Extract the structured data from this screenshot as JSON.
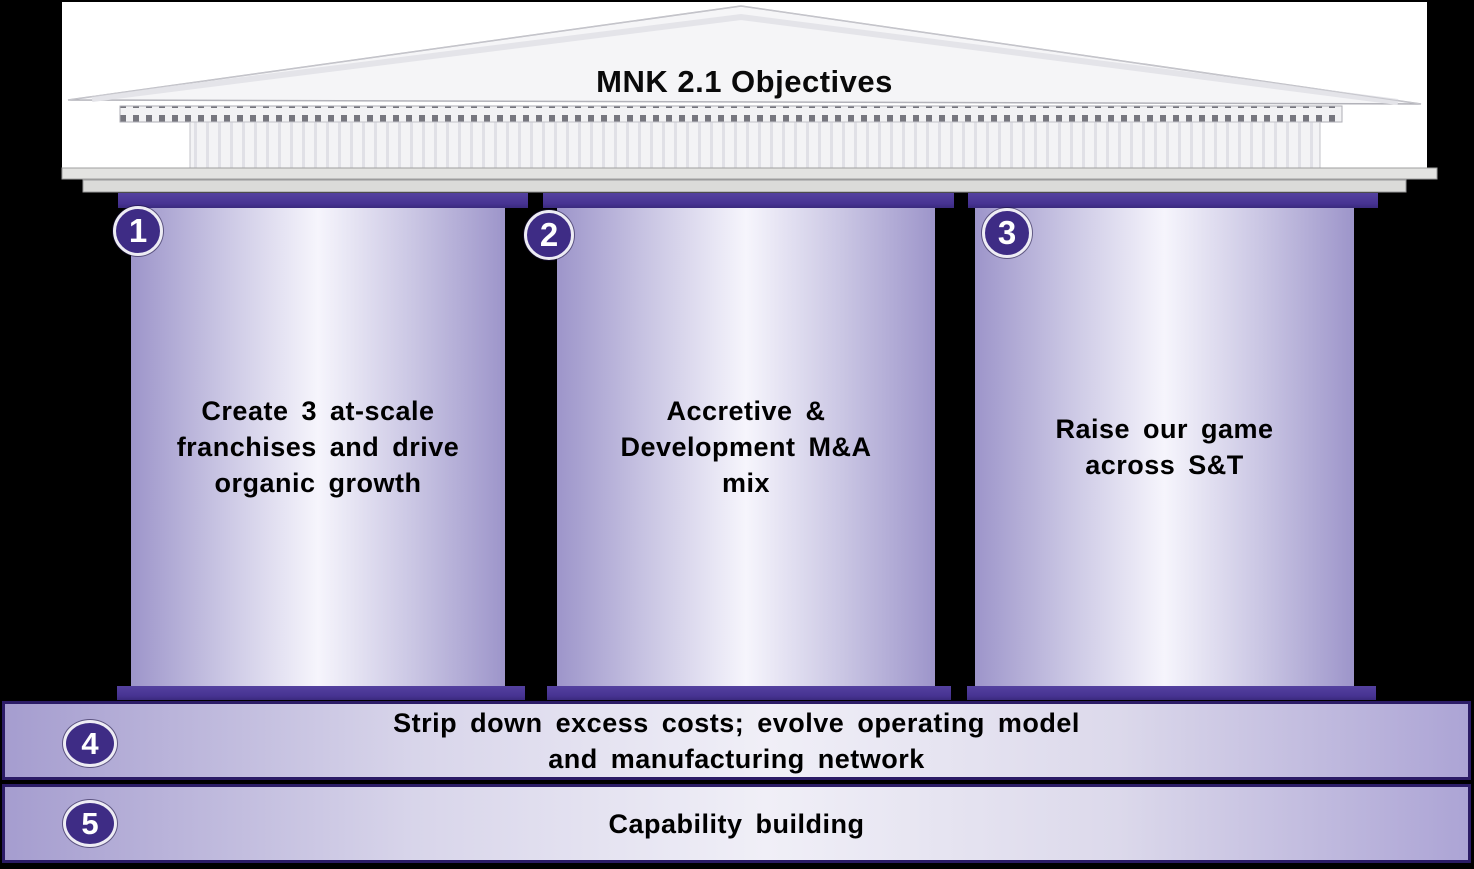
{
  "pediment": {
    "title": "MNK 2.1 Objectives"
  },
  "pillars": [
    {
      "number": "1",
      "label": "Create 3 at-scale\nfranchises and drive\norganic growth"
    },
    {
      "number": "2",
      "label": "Accretive &\nDevelopment M&A\nmix"
    },
    {
      "number": "3",
      "label": "Raise our game\nacross S&T"
    }
  ],
  "foundation_bars": [
    {
      "number": "4",
      "label": "Strip down excess costs; evolve operating model\nand manufacturing network"
    },
    {
      "number": "5",
      "label": "Capability building"
    }
  ],
  "colors": {
    "background": "#000000",
    "pillar_cap_purple": "#473392",
    "badge_fill": "#3e2c85",
    "badge_ring": "#edecf4",
    "pillar_edge": "#9d95ca",
    "pillar_center": "#f6f5fc",
    "bar_border": "#2b1b66",
    "roof_fill": "#f5f5f7",
    "label_text": "#000000",
    "badge_text": "#ffffff"
  }
}
